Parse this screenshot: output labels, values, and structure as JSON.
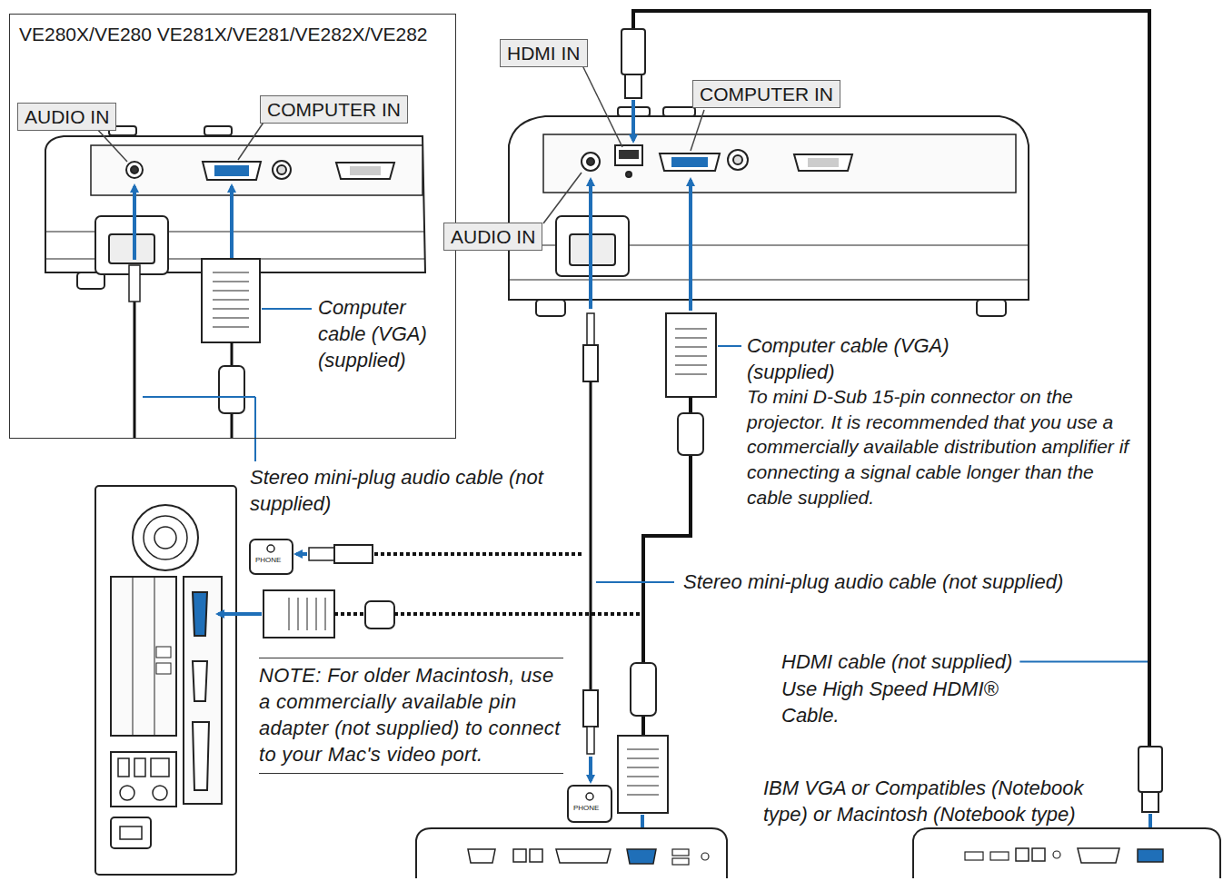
{
  "diagram": {
    "nodes": [
      {
        "text": [
          "VE280X/VE280 VE281X/VE281/VE282X/VE282"
        ]
      },
      {
        "text": [
          "AUDIO IN"
        ],
        "in": 0
      },
      {
        "text": [
          "COMPUTER IN"
        ],
        "in": 0
      },
      {
        "text": [
          "HDMI IN"
        ]
      },
      {
        "text": [
          "COMPUTER IN"
        ]
      },
      {
        "text": [
          "AUDIO IN"
        ]
      }
    ],
    "labels": [
      "Computer cable (VGA) (supplied)",
      "Stereo mini-plug audio cable (not supplied)",
      "PHONE",
      "Computer cable (VGA) (supplied)",
      "To mini D-Sub 15-pin connector on the projector. It is recommended that you use a commercially available distribution amplifier if connecting a signal cable longer than the cable supplied.",
      "Stereo mini-plug audio cable (not supplied)",
      "NOTE: For older Macintosh, use a commercially available pin adapter (not supplied) to connect to your Mac's video port.",
      "HDMI cable (not supplied)",
      "Use High Speed HDMI® Cable.",
      "PHONE",
      "IBM VGA or Compatibles (Notebook type) or Macintosh (Notebook type)"
    ]
  }
}
